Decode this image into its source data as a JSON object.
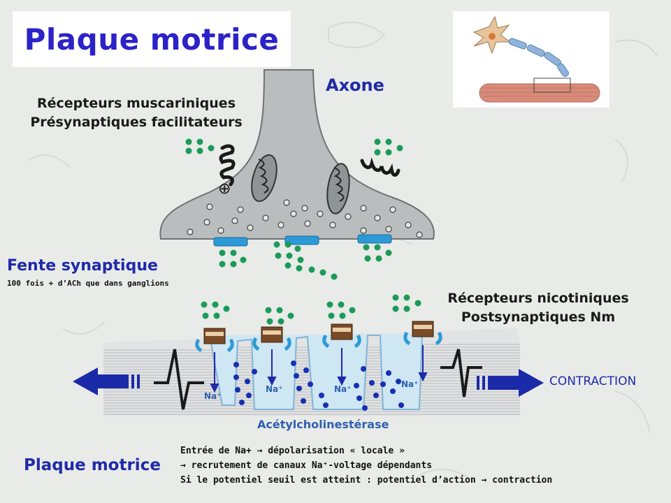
{
  "title": "Plaque motrice",
  "labels": {
    "axone": "Axone",
    "muscarinic_line1": "Récepteurs muscariniques",
    "muscarinic_line2": "Présynaptiques facilitateurs",
    "plus_sign": "⊕",
    "cleft_title": "Fente synaptique",
    "cleft_note": "100 fois + d’ACh que dans ganglions",
    "nicotinic_line1": "Récepteurs nicotiniques",
    "nicotinic_line2": "Postsynaptiques Nm",
    "contraction": "CONTRACTION",
    "ache": "Acétylcholinestérase",
    "na_1": "Na⁺",
    "na_2": "Na⁺",
    "na_3": "Na⁺",
    "na_4": "Na⁺",
    "bottom_title": "Plaque motrice"
  },
  "notes": {
    "line1": "Entrée de Na+ → dépolarisation « locale »",
    "line2": "→ recrutement de canaux Na⁺-voltage dépendants",
    "line3": "Si le potentiel seuil est atteint : potentiel d’action → contraction"
  },
  "colors": {
    "title_blue": "#2b22c8",
    "label_blue": "#1f2aa8",
    "terminal_gray": "#b9bdbd",
    "vesicle_green": "#1c9a5a",
    "ache_dot_blue": "#1530b0",
    "receptor_blue": "#2c9ad6",
    "muscle_stripe": "#c8cacb"
  }
}
